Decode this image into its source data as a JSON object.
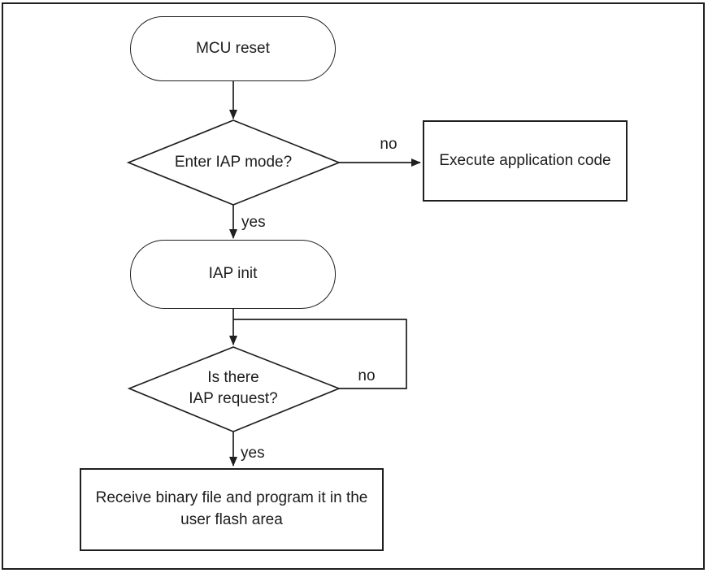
{
  "flowchart": {
    "background_color": "#ffffff",
    "line_color": "#1f1f1f",
    "text_color": "#1c1c1c",
    "nodes": {
      "mcu_reset": {
        "type": "terminator",
        "label": "MCU reset"
      },
      "enter_iap_mode": {
        "type": "decision",
        "label": "Enter IAP mode?"
      },
      "execute_application_code": {
        "type": "process",
        "label": "Execute application code"
      },
      "iap_init": {
        "type": "terminator",
        "label": "IAP init"
      },
      "is_there_iap_request": {
        "type": "decision",
        "label": "Is there\nIAP request?"
      },
      "receive_binary_file": {
        "type": "process",
        "label": "Receive binary file and program it in the\nuser flash area"
      }
    },
    "edge_labels": {
      "enter_iap_mode_no": "no",
      "enter_iap_mode_yes": "yes",
      "iap_request_no": "no",
      "iap_request_yes": "yes"
    }
  }
}
